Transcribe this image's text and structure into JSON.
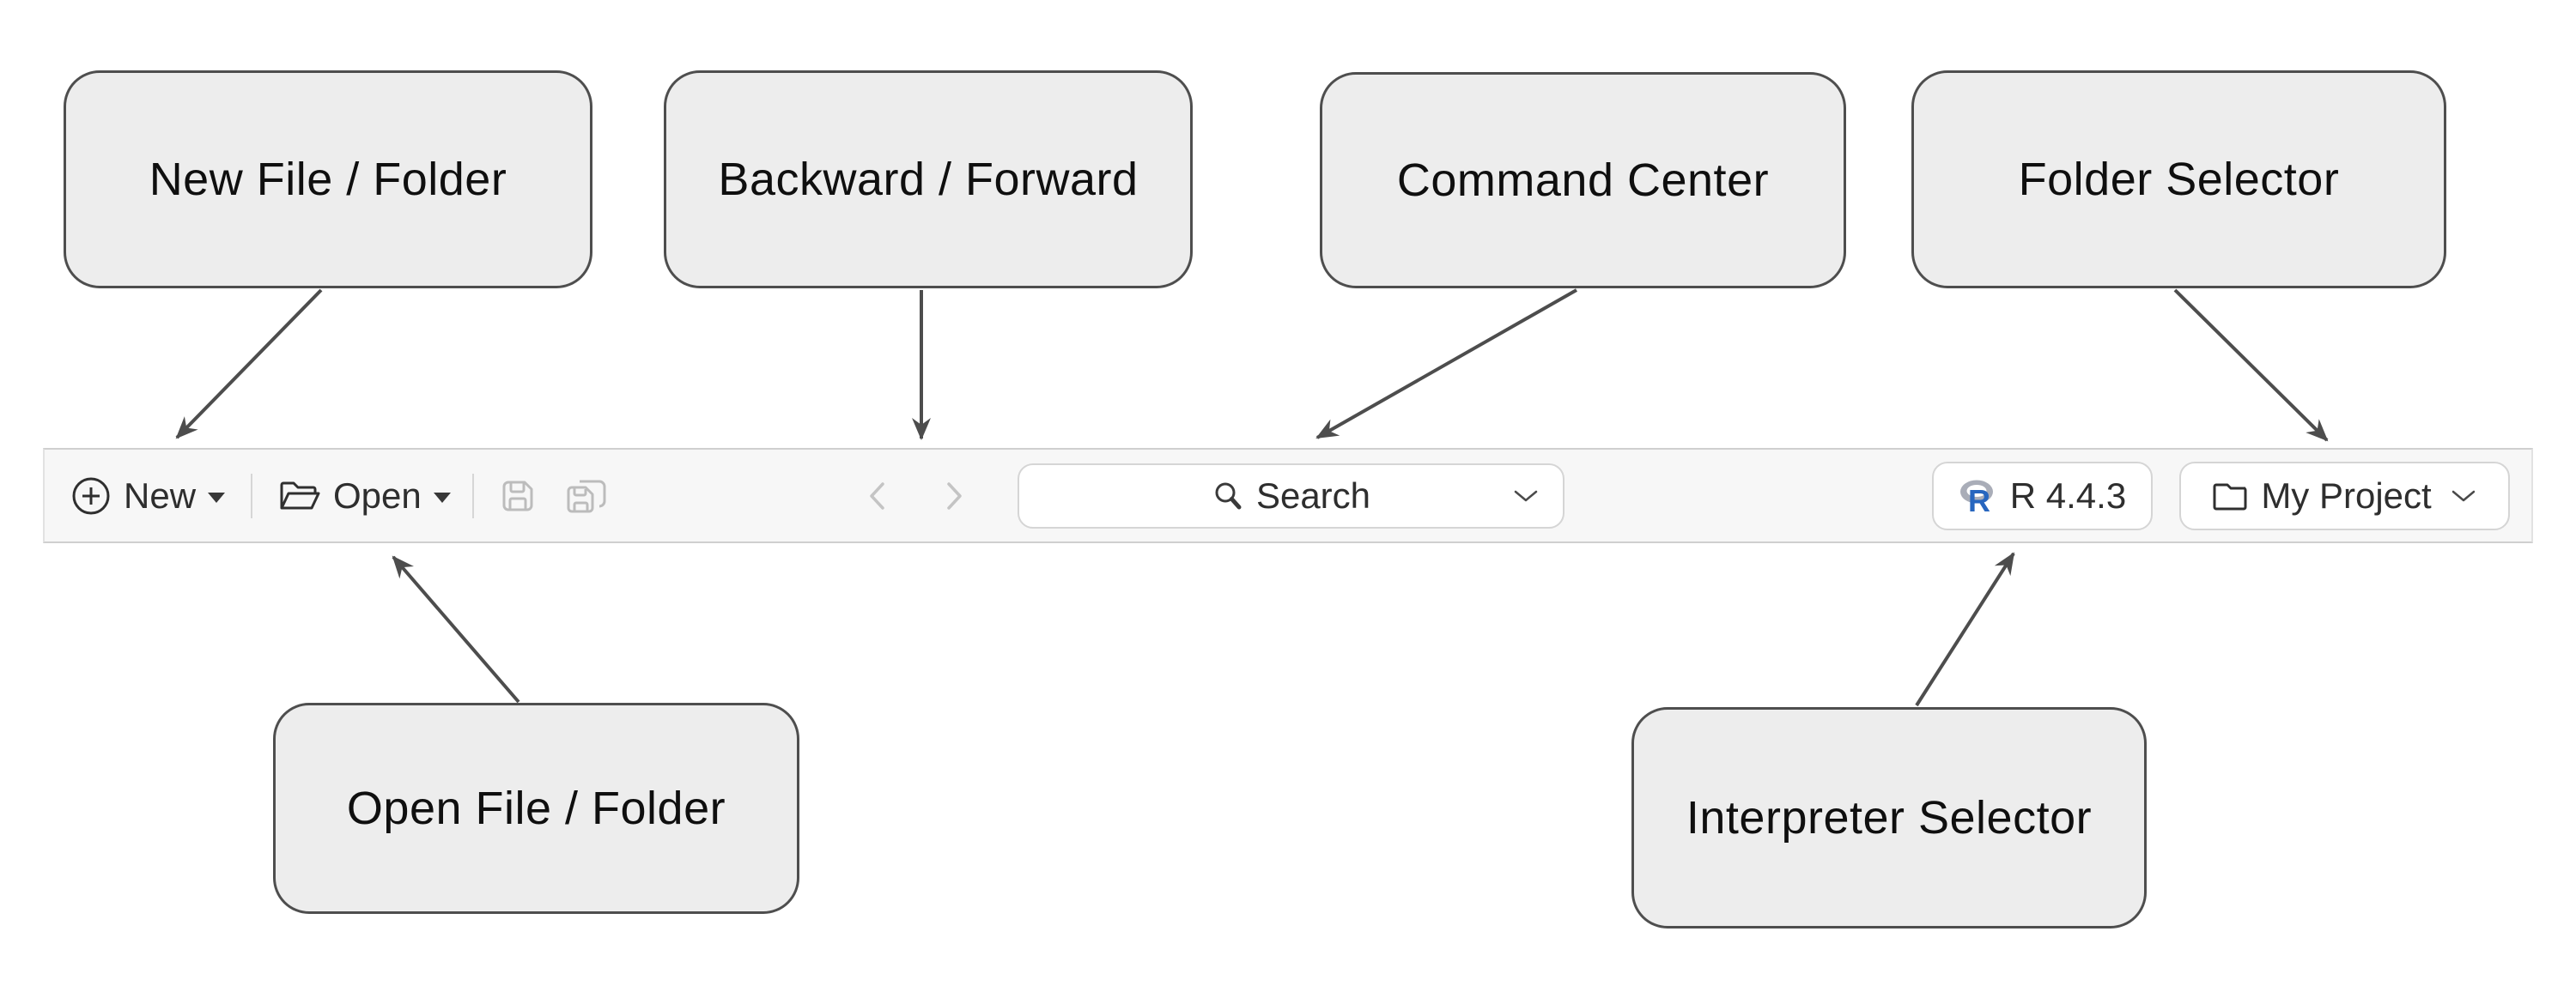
{
  "callouts": {
    "new_file_folder": "New File / Folder",
    "backward_forward": "Backward / Forward",
    "command_center": "Command Center",
    "folder_selector": "Folder Selector",
    "open_file_folder": "Open File / Folder",
    "interpreter_selector": "Interpreter Selector"
  },
  "toolbar": {
    "new_label": "New",
    "open_label": "Open",
    "search_label": "Search",
    "interpreter_label": "R 4.4.3",
    "interpreter_logo_letter": "R",
    "project_label": "My Project"
  },
  "colors": {
    "arrow": "#4d4d4d",
    "callout_fill": "#ededed",
    "callout_border": "#4e4e4e",
    "toolbar_bg": "#f7f7f7",
    "pill_border": "#d5d5d5",
    "icon_dark": "#2f2f2f",
    "icon_disabled": "#bcbcbc",
    "r_logo_blue": "#2766bf",
    "r_logo_ring": "#a9adb8"
  }
}
